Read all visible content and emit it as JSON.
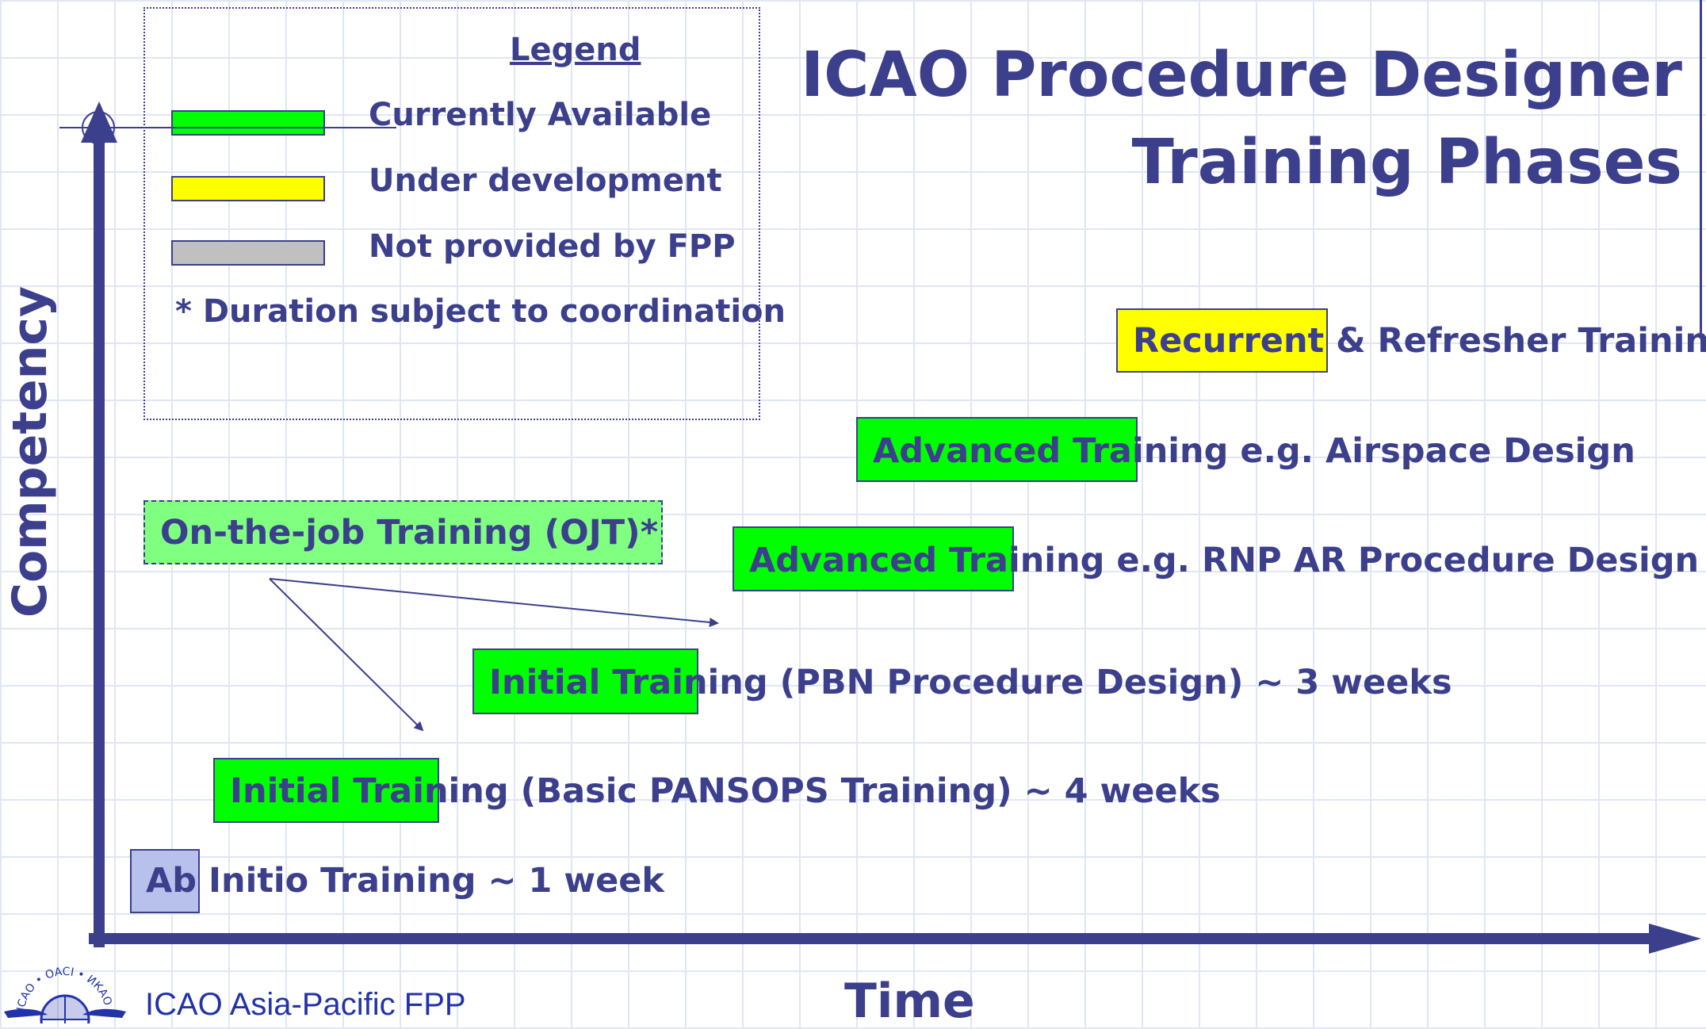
{
  "title": {
    "line1": "ICAO Procedure Designer",
    "line2": "Training Phases"
  },
  "legend": {
    "heading": "Legend",
    "items": [
      {
        "label": "Currently Available",
        "color": "#00ff00"
      },
      {
        "label": "Under development",
        "color": "#ffff00"
      },
      {
        "label": "Not provided by FPP",
        "color": "#c0c0c0"
      }
    ],
    "note": "* Duration subject to coordination"
  },
  "phases": [
    {
      "id": "ab-initio",
      "label": "Ab Initio Training ~ 1 week",
      "status": "not-provided",
      "color": "#b8c0ec"
    },
    {
      "id": "initial-basic",
      "label": "Initial Training (Basic PANSOPS Training) ~ 4 weeks",
      "status": "available",
      "color": "#00ff00"
    },
    {
      "id": "initial-pbn",
      "label": "Initial Training (PBN Procedure Design) ~ 3 weeks",
      "status": "available",
      "color": "#00ff00"
    },
    {
      "id": "advanced-rnp",
      "label": "Advanced Training e.g. RNP AR Procedure Design",
      "status": "available",
      "color": "#00ff00"
    },
    {
      "id": "advanced-airspace",
      "label": "Advanced Training e.g. Airspace Design",
      "status": "available",
      "color": "#00ff00"
    },
    {
      "id": "recurrent",
      "label": "Recurrent & Refresher Training",
      "status": "under-development",
      "color": "#ffff00"
    },
    {
      "id": "ojt",
      "label": "On-the-job Training (OJT)*",
      "status": "available",
      "color": "#80ff80"
    }
  ],
  "axes": {
    "y_label": "Competency",
    "x_label": "Time"
  },
  "footer": {
    "org": "ICAO Asia-Pacific FPP",
    "logo_text": "ICAO • OACI • ИКАО"
  },
  "colors": {
    "text": "#3b3f8c",
    "accent": "#2233aa"
  }
}
